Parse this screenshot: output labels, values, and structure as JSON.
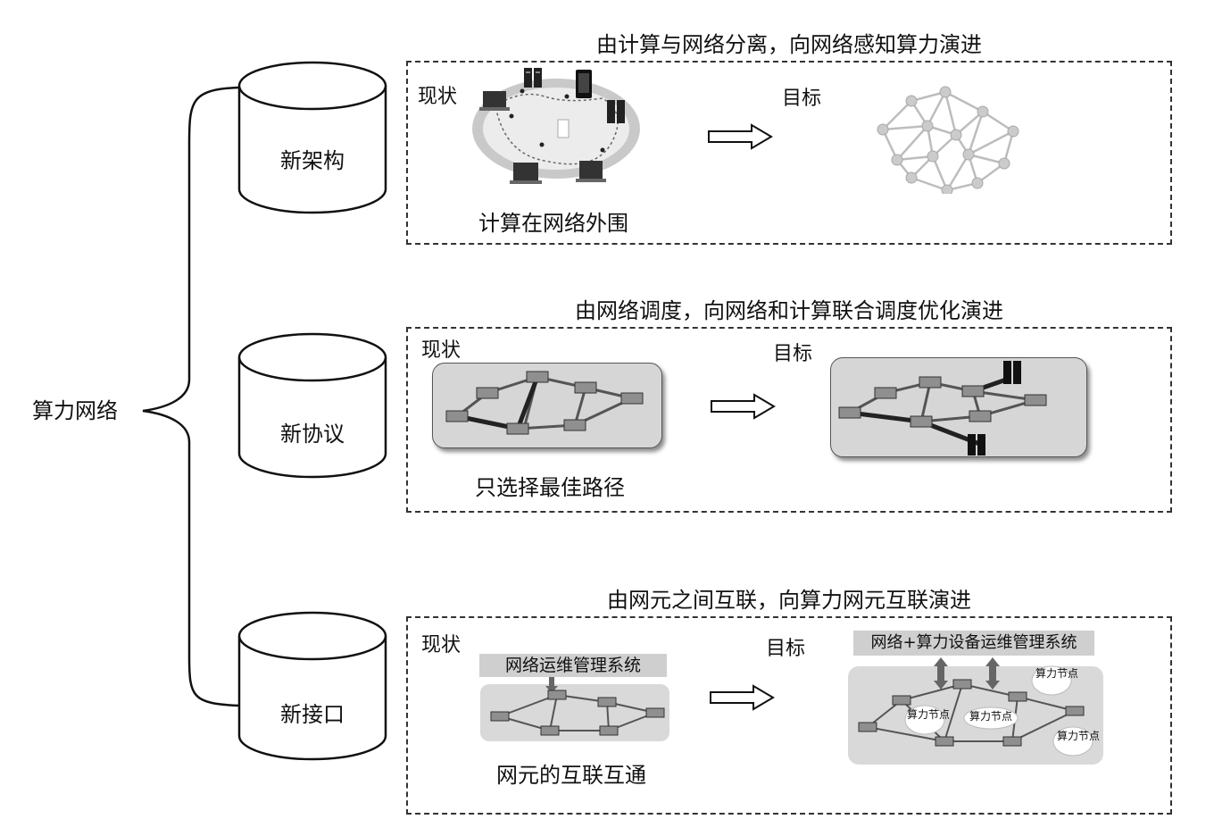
{
  "root": {
    "label": "算力网络"
  },
  "rows": [
    {
      "category": "新架构",
      "heading": "由计算与网络分离，向网络感知算力演进",
      "current_tag": "现状",
      "target_tag": "目标",
      "current_caption": "计算在网络外围"
    },
    {
      "category": "新协议",
      "heading": "由网络调度，向网络和计算联合调度优化演进",
      "current_tag": "现状",
      "target_tag": "目标",
      "current_caption": "只选择最佳路径"
    },
    {
      "category": "新接口",
      "heading": "由网元之间互联，向算力网元互联演进",
      "current_tag": "现状",
      "target_tag": "目标",
      "current_caption": "网元的互联互通",
      "current_mgmt": "网络运维管理系统",
      "target_mgmt": "网络+算力设备运维管理系统",
      "compute_nodes": [
        "算力节点",
        "算力节点",
        "算力节点",
        "算力节点"
      ]
    }
  ],
  "icons": {
    "cylinder": "database-cylinder-icon",
    "arrow": "hollow-right-arrow-icon",
    "router": "router-icon",
    "server": "server-rack-icon",
    "laptop": "laptop-icon",
    "phone": "phone-icon",
    "mesh": "mesh-network-icon",
    "cloud": "cloud-icon"
  },
  "colors": {
    "line": "#111111",
    "panel_border": "#333333",
    "tray": "#d6d6d6",
    "mesh_node": "#c8c8c8"
  }
}
